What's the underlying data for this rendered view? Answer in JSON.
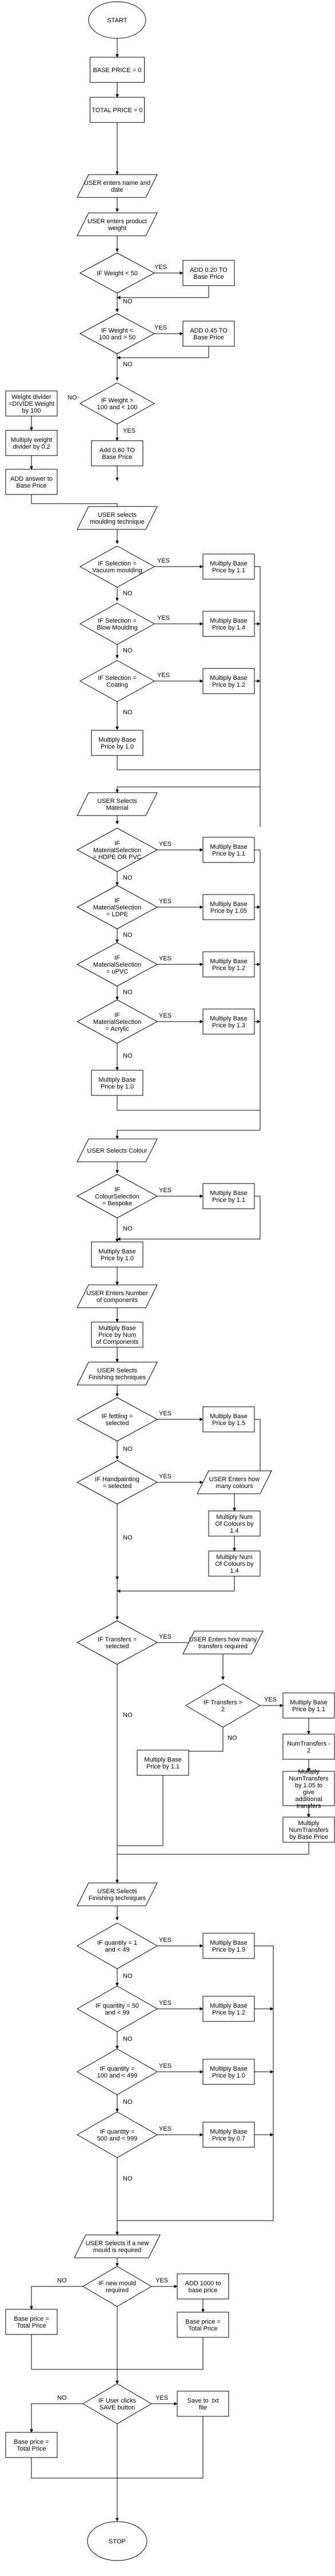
{
  "nodes": {
    "start": "START",
    "base_price": "BASE PRICE = 0",
    "total_price": "TOTAL PRICE = 0",
    "enter_name": "USER enters name and date",
    "enter_weight": "USER enters product weight",
    "w1": "IF Weight < 50",
    "w1_add": "ADD 0.20 TO Base Price",
    "w2": "IF Weight < 100 and > 50",
    "w2_add": "ADD 0.45 TO Base Price",
    "w3": "IF Weight > 100 and < 100",
    "w3_add": "Add 0.60 TO Base Price",
    "w_div": "Weight divider =DIVIDE Weight by 100",
    "w_mult": "Multiply weight divider by 0.2",
    "w_add": "ADD answer to Base Price",
    "sel_moulding": "USER selects moulding technique",
    "m1": "IF Selection = Vacuum moulding",
    "m1_mult": "Multiply Base Price by 1.1",
    "m2": "IF Selection = Blow Moulding",
    "m2_mult": "Multiply Base Price by 1.4",
    "m3": "IF Selection = Coating",
    "m3_mult": "Multiply Base Price by 1.2",
    "m_default": "Multiply Base Price by 1.0",
    "sel_material": "USER Selects Material",
    "mat1": "IF MaterialSelection = HDPE OR PVC",
    "mat1_mult": "Multiply Base Price by 1.1",
    "mat2": "IF MaterialSelection = LDPE",
    "mat2_mult": "Multiply Base Price by 1.05",
    "mat3": "IF MaterialSelection = uPVC",
    "mat3_mult": "Multiply Base Price by 1.2",
    "mat4": "IF MaterialSelection = Acrylic",
    "mat4_mult": "Multiply Base Price by 1.3",
    "mat_default": "Multiply Base Price by 1.0",
    "sel_colour": "USER Selects Colour",
    "col1": "IF ColourSelection = Bespoke",
    "col1_mult": "Multiply Base Price by 1.1",
    "col_default": "Multiply Base Price by 1.0",
    "enter_components": "USER Enters Number of components",
    "comp_mult": "Multiply Base Price by Num of Components",
    "sel_finishing": "USER Selects Finishing techniques",
    "fin1": "IF fettling = selected",
    "fin1_mult": "Multiply Base Price by 1.5",
    "fin2": "IF Handpainting = selected",
    "fin2_enter": "USER Enters how many colours",
    "fin2_mult1": "Multiply Num Of Colours by 1.4",
    "fin2_mult2": "Multiply Num Of Colours by 1.4",
    "trans": "IF Transfers = selected",
    "trans_enter": "USER Enters how many transfers required",
    "trans_if": "IF Transfers > 2",
    "trans_mult_yes": "Multiply Base Price by 1.1",
    "trans_sub": "NumTransfers - 2",
    "trans_mult_num": "Multiply NumTransfers by 1.05 to give additional transfers",
    "trans_mult_base": "Multiply NumTransfers by Base Price",
    "trans_mult_no": "Multiply Base Price by 1.1",
    "sel_finishing2": "USER Selects Finishing techniques",
    "q1": "IF quantity = 1 and < 49",
    "q1_mult": "Multiply Base Price by 1.9",
    "q2": "IF quantity = 50 and < 99",
    "q2_mult": "Multiply Base Price by 1.2",
    "q3": "IF quantity = 100 and < 499",
    "q3_mult": "Multiply Base Price by 1.0",
    "q4": "IF quantity = 500 and < 999",
    "q4_mult": "Multiply Base Price by 0.7",
    "sel_mould": "USER Selects if a new mould is required",
    "mould_if": "IF new mould required",
    "mould_add": "ADD 1000 to base price",
    "mould_total_no": "Base price = Total Price",
    "mould_total_yes": "Base price = Total Price",
    "save_if": "IF User clicks SAVE button",
    "save_yes": "Save to .txt file",
    "save_total_no": "Base price = Total Price",
    "stop": "STOP"
  },
  "edge_labels": {
    "yes": "YES",
    "no": "NO"
  },
  "colors": {
    "stroke": "#000000",
    "fill": "#ffffff"
  }
}
